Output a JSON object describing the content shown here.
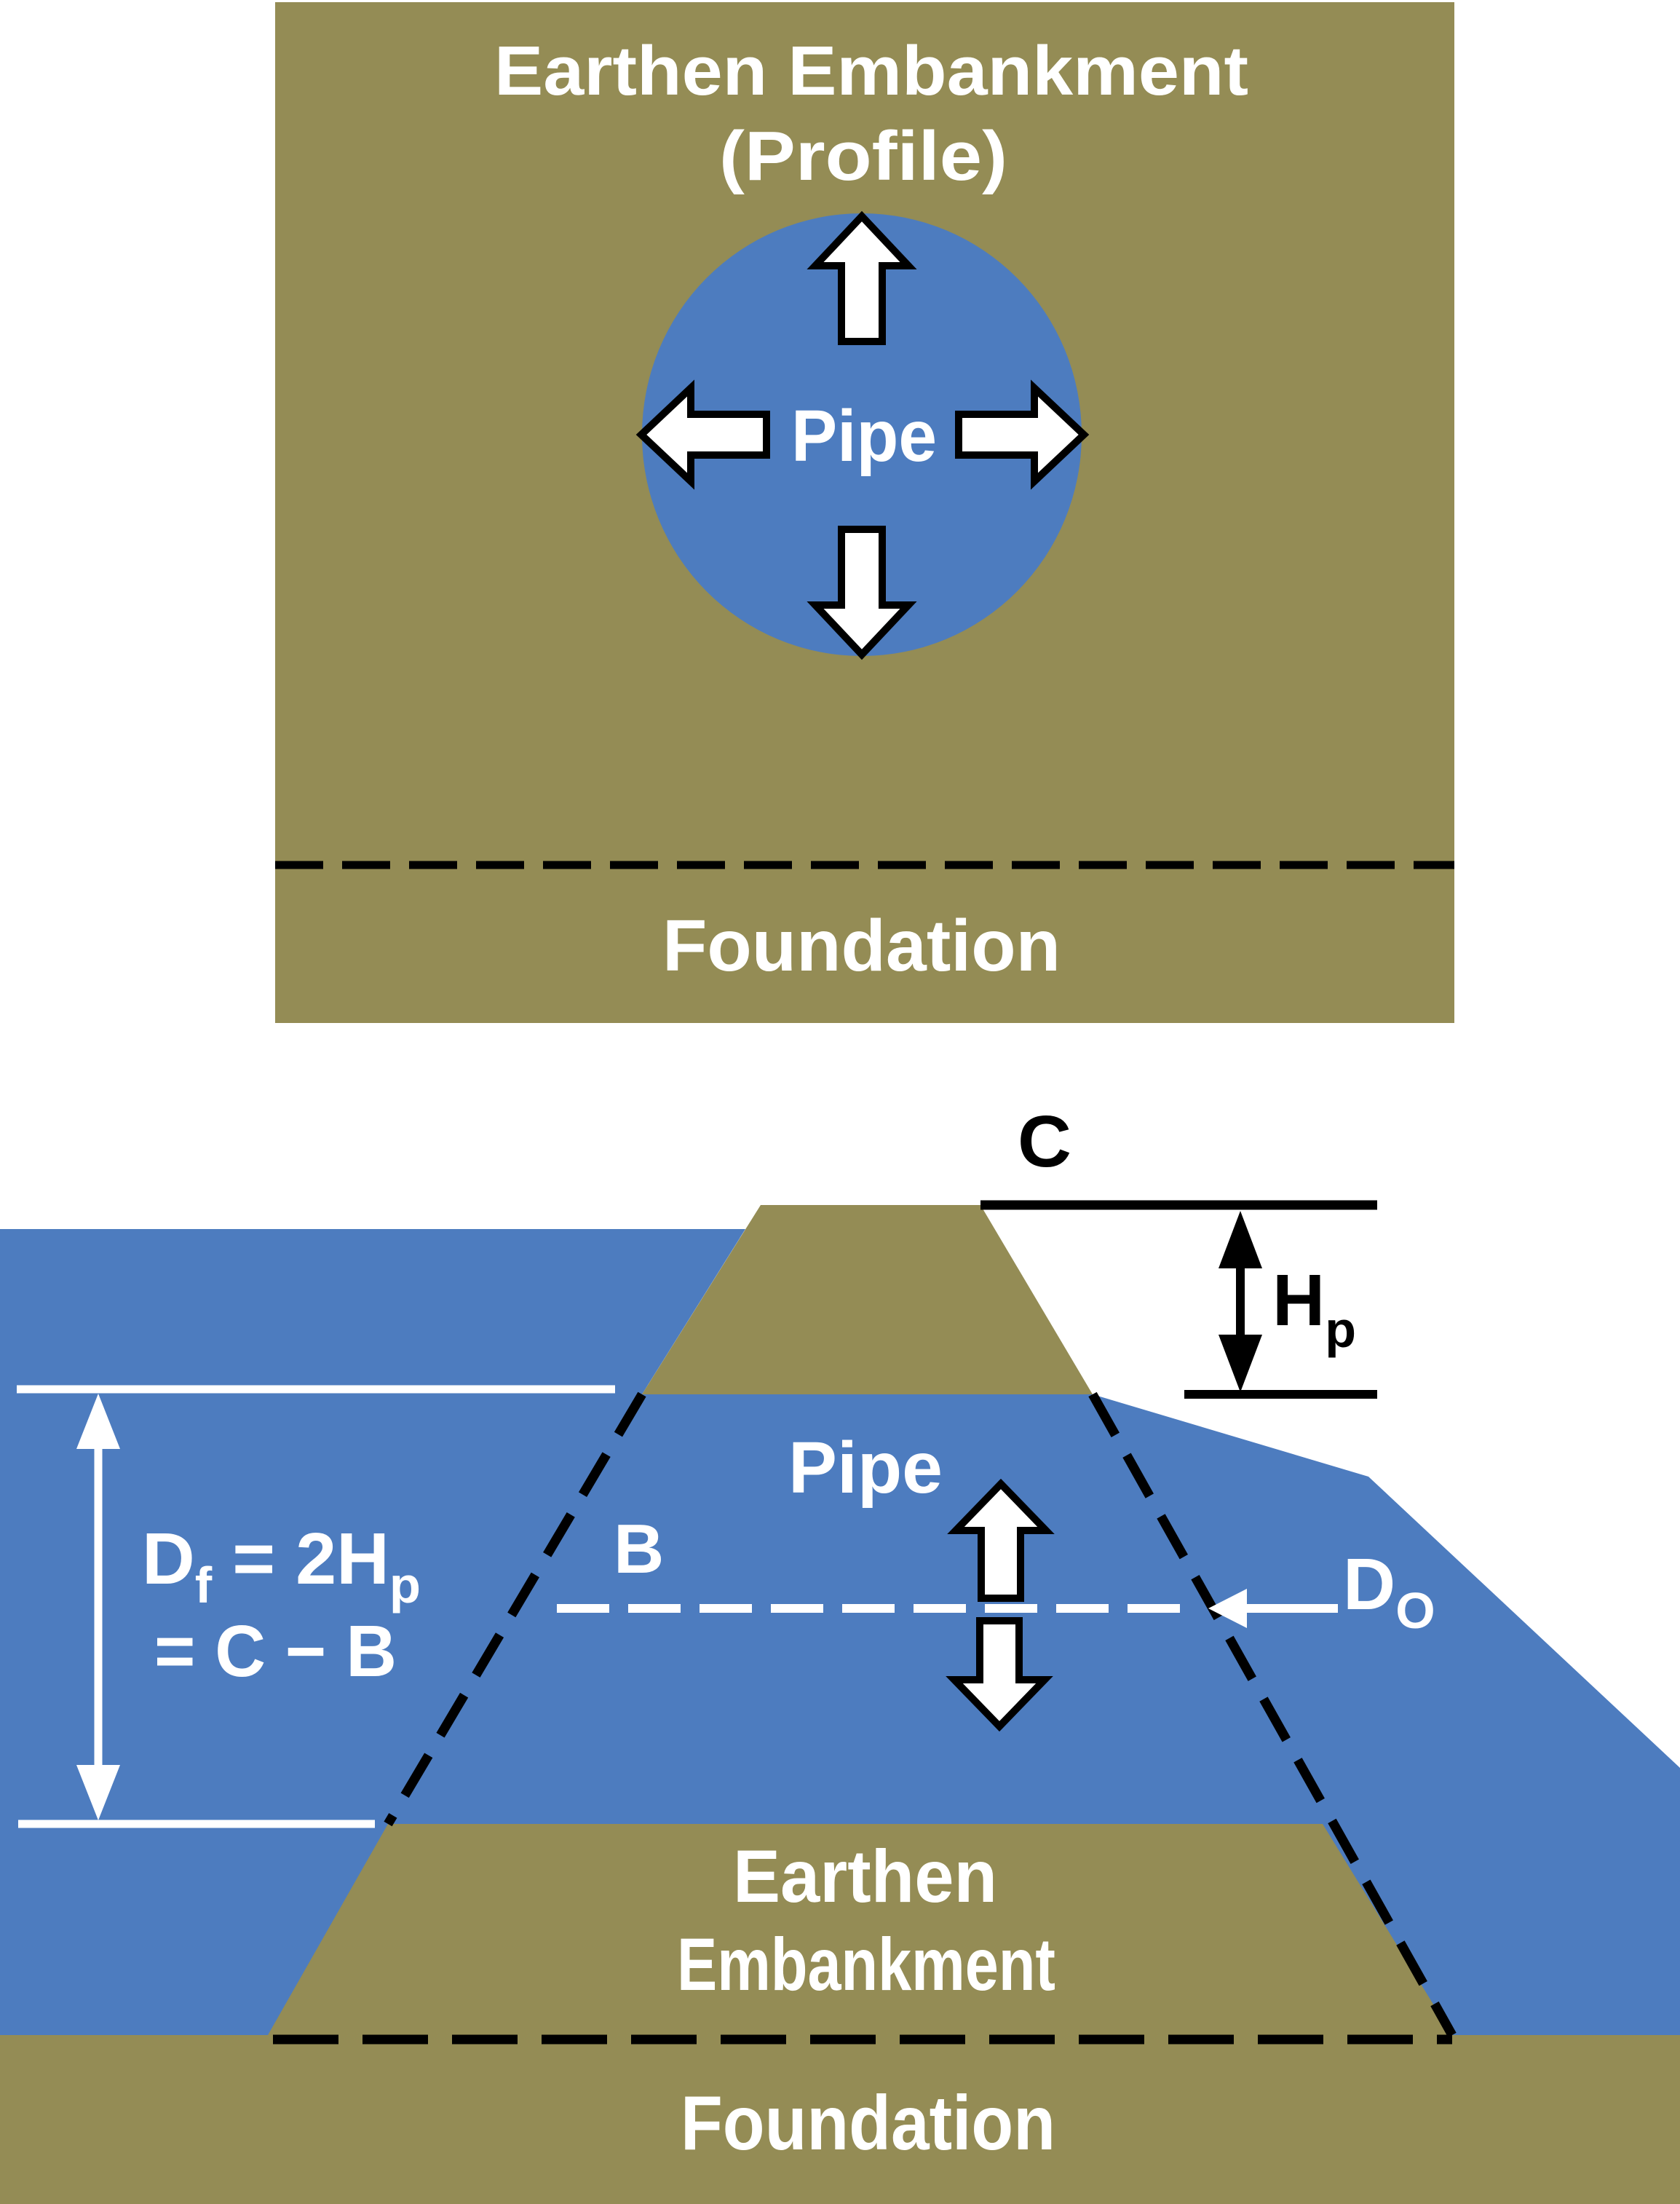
{
  "colors": {
    "embankment_khaki": "#948C55",
    "water_blue": "#4D7CBF",
    "label_white": "#FFFFFF",
    "line_black": "#000000"
  },
  "top_figure": {
    "title_line1": "Earthen Embankment",
    "title_line2": "(Profile)",
    "pipe_label": "Pipe",
    "foundation_label": "Foundation"
  },
  "bottom_figure": {
    "crest_label": "C",
    "hp_label_main": "H",
    "hp_label_sub": "p",
    "pipe_label": "Pipe",
    "b_label": "B",
    "df_line1_main": "D",
    "df_line1_sub": "f",
    "df_line1_rest": " = 2H",
    "df_line1_rest_sub": "p",
    "df_line2": "= C − B",
    "do_label_main": "D",
    "do_label_sub": "O",
    "earthen_label_line1": "Earthen",
    "earthen_label_line2": "Embankment",
    "foundation_label": "Foundation"
  }
}
